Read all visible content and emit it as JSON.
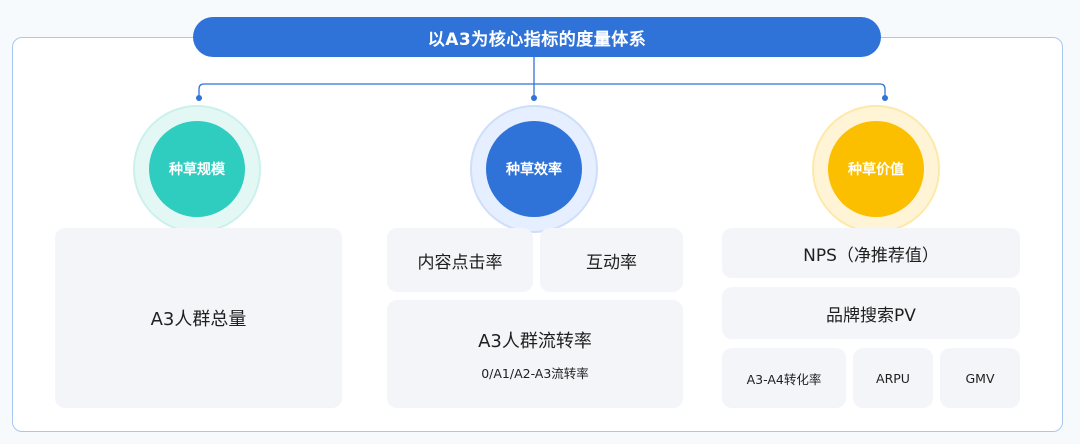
{
  "title": "以A3为核心指标的度量体系",
  "columns": [
    {
      "circle_label": "种草规模",
      "items": [
        "A3人群总量"
      ]
    },
    {
      "circle_label": "种草效率",
      "items": [
        "内容点击率",
        "互动率"
      ],
      "main_item": "A3人群流转率",
      "main_sub": "0/A1/A2-A3流转率"
    },
    {
      "circle_label": "种草价值",
      "items": [
        "NPS（净推荐值）",
        "品牌搜索PV"
      ],
      "small_items": [
        "A3-A4转化率",
        "ARPU",
        "GMV"
      ]
    }
  ],
  "colors": {
    "primary": "#2f73d9",
    "teal": "#2fcdbf",
    "yellow": "#fbbf00",
    "card": "#f3f5f8"
  }
}
